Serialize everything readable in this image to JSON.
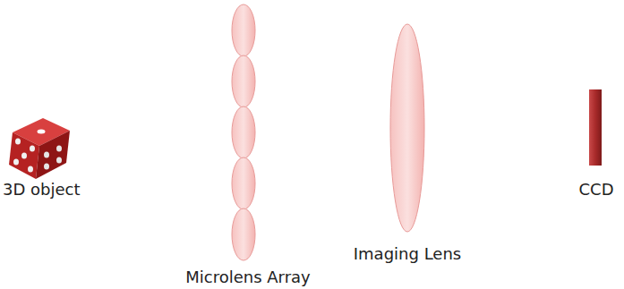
{
  "diagram": {
    "labels": [
      "3D object",
      "Microlens Array",
      "Imaging Lens",
      "CCD"
    ]
  }
}
